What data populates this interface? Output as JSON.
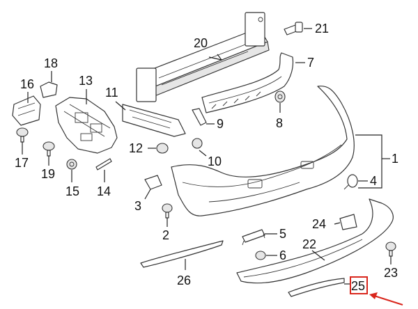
{
  "callouts": {
    "c1": "1",
    "c2": "2",
    "c3": "3",
    "c4": "4",
    "c5": "5",
    "c6": "6",
    "c7": "7",
    "c8": "8",
    "c9": "9",
    "c10": "10",
    "c11": "11",
    "c12": "12",
    "c13": "13",
    "c14": "14",
    "c15": "15",
    "c16": "16",
    "c17": "17",
    "c18": "18",
    "c19": "19",
    "c20": "20",
    "c21": "21",
    "c22": "22",
    "c23": "23",
    "c24": "24",
    "c25": "25",
    "c26": "26"
  },
  "highlight": {
    "color": "#d9261c",
    "callout": "25"
  },
  "colors": {
    "line": "#333333",
    "part_fill": "#ffffff",
    "shade": "#e6e6e6"
  }
}
